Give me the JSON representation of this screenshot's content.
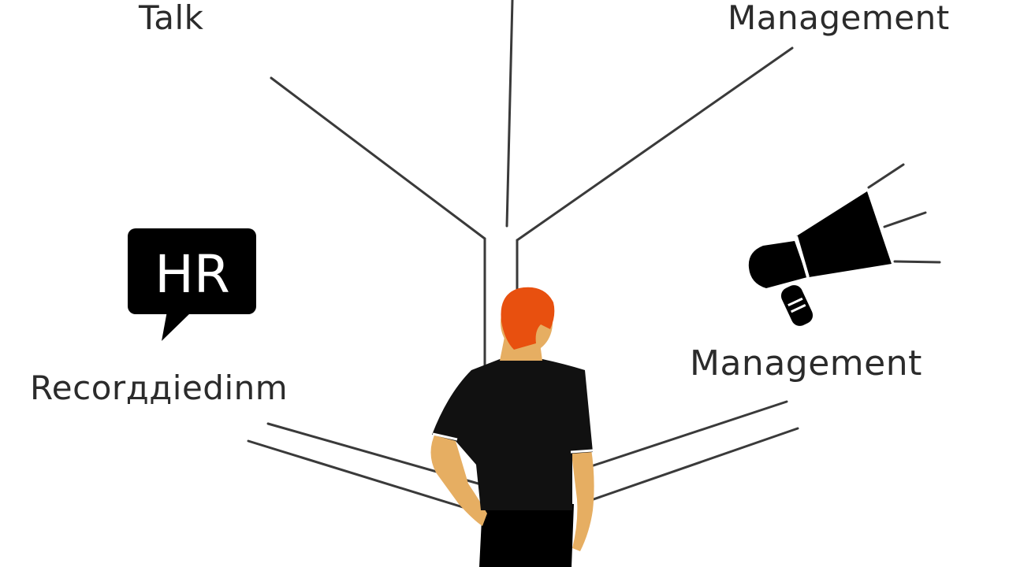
{
  "labels": {
    "talk": "Talk",
    "management_top": "Management",
    "management_right": "Management",
    "recorded": "Recorддiedinm"
  },
  "hr_badge": {
    "text": "HR",
    "icon": "speech-bubble-icon"
  },
  "megaphone": {
    "icon": "megaphone-icon"
  },
  "person": {
    "hair_color": "#e8500f",
    "shirt_color": "#111111",
    "skin_color": "#e6ae62"
  },
  "colors": {
    "background": "#ffffff",
    "lines": "#3a3a3a",
    "icons": "#000000"
  }
}
